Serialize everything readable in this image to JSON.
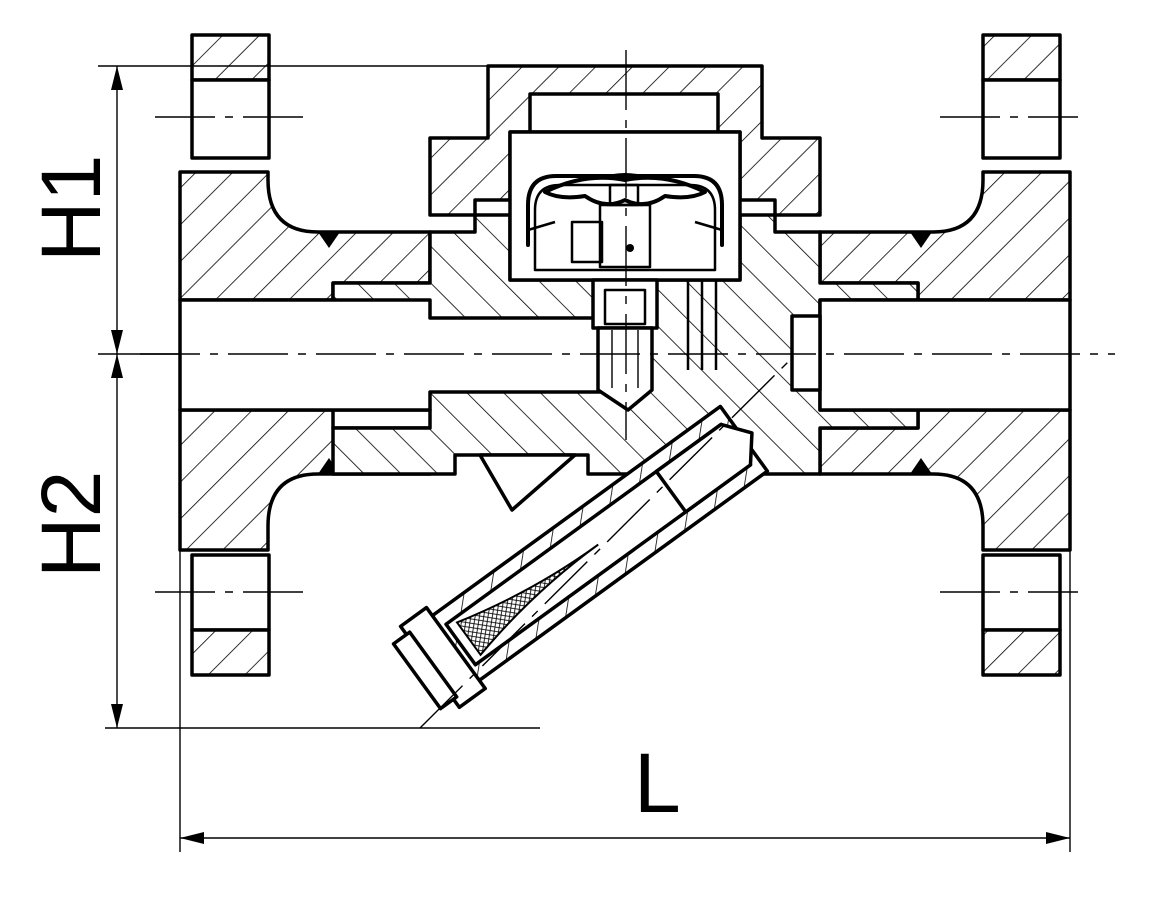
{
  "dimensions": {
    "h1_label": "H1",
    "h2_label": "H2",
    "length_label": "L"
  }
}
